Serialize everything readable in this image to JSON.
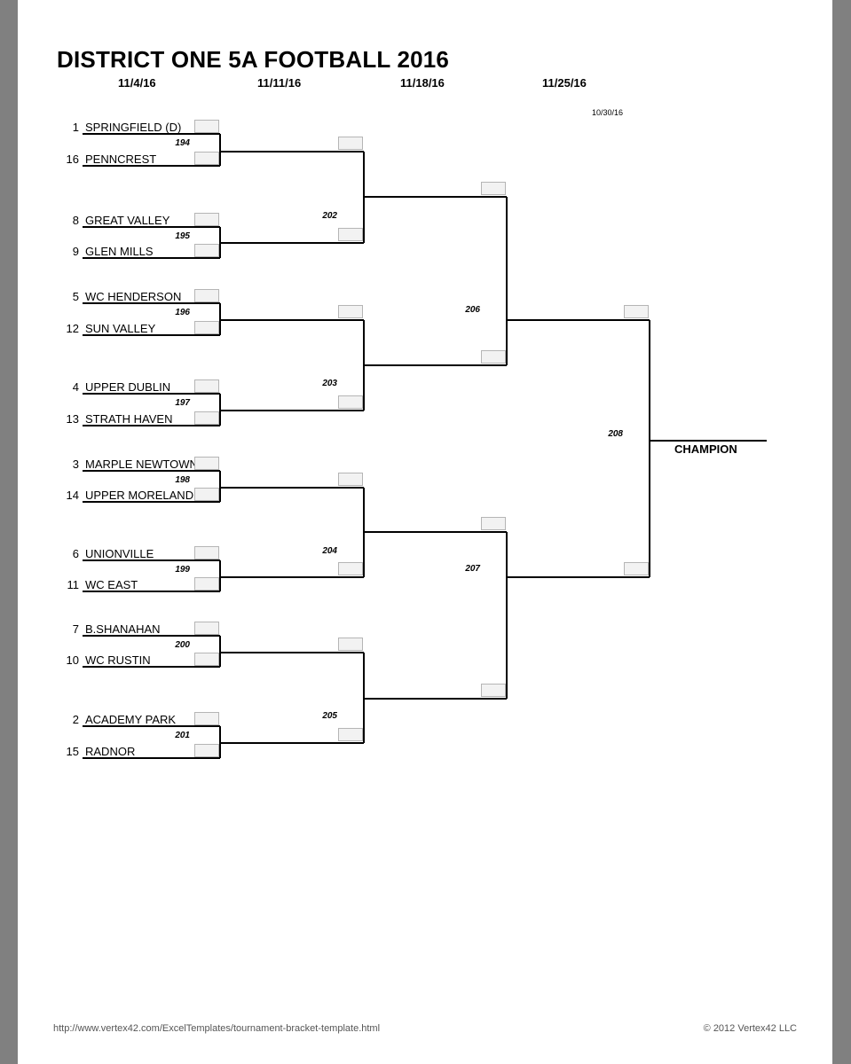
{
  "title": "DISTRICT ONE  5A FOOTBALL 2016",
  "round_dates": [
    "11/4/16",
    "11/11/16",
    "11/18/16",
    "11/25/16"
  ],
  "print_date": "10/30/16",
  "teams": [
    {
      "seed": "1",
      "name": "SPRINGFIELD (D)"
    },
    {
      "seed": "16",
      "name": "PENNCREST"
    },
    {
      "seed": "8",
      "name": "GREAT VALLEY"
    },
    {
      "seed": "9",
      "name": "GLEN MILLS"
    },
    {
      "seed": "5",
      "name": "WC HENDERSON"
    },
    {
      "seed": "12",
      "name": "SUN VALLEY"
    },
    {
      "seed": "4",
      "name": "UPPER DUBLIN"
    },
    {
      "seed": "13",
      "name": "STRATH HAVEN"
    },
    {
      "seed": "3",
      "name": "MARPLE NEWTOWN"
    },
    {
      "seed": "14",
      "name": "UPPER MORELAND"
    },
    {
      "seed": "6",
      "name": "UNIONVILLE"
    },
    {
      "seed": "11",
      "name": "WC EAST"
    },
    {
      "seed": "7",
      "name": "B.SHANAHAN"
    },
    {
      "seed": "10",
      "name": "WC RUSTIN"
    },
    {
      "seed": "2",
      "name": "ACADEMY PARK"
    },
    {
      "seed": "15",
      "name": "RADNOR"
    }
  ],
  "game_numbers": {
    "round1": [
      "194",
      "195",
      "196",
      "197",
      "198",
      "199",
      "200",
      "201"
    ],
    "round2": [
      "202",
      "203",
      "204",
      "205"
    ],
    "round3": [
      "206",
      "207"
    ],
    "final": "208"
  },
  "champion_label": "CHAMPION",
  "footer": {
    "url": "http://www.vertex42.com/ExcelTemplates/tournament-bracket-template.html",
    "copyright": "© 2012 Vertex42 LLC"
  }
}
